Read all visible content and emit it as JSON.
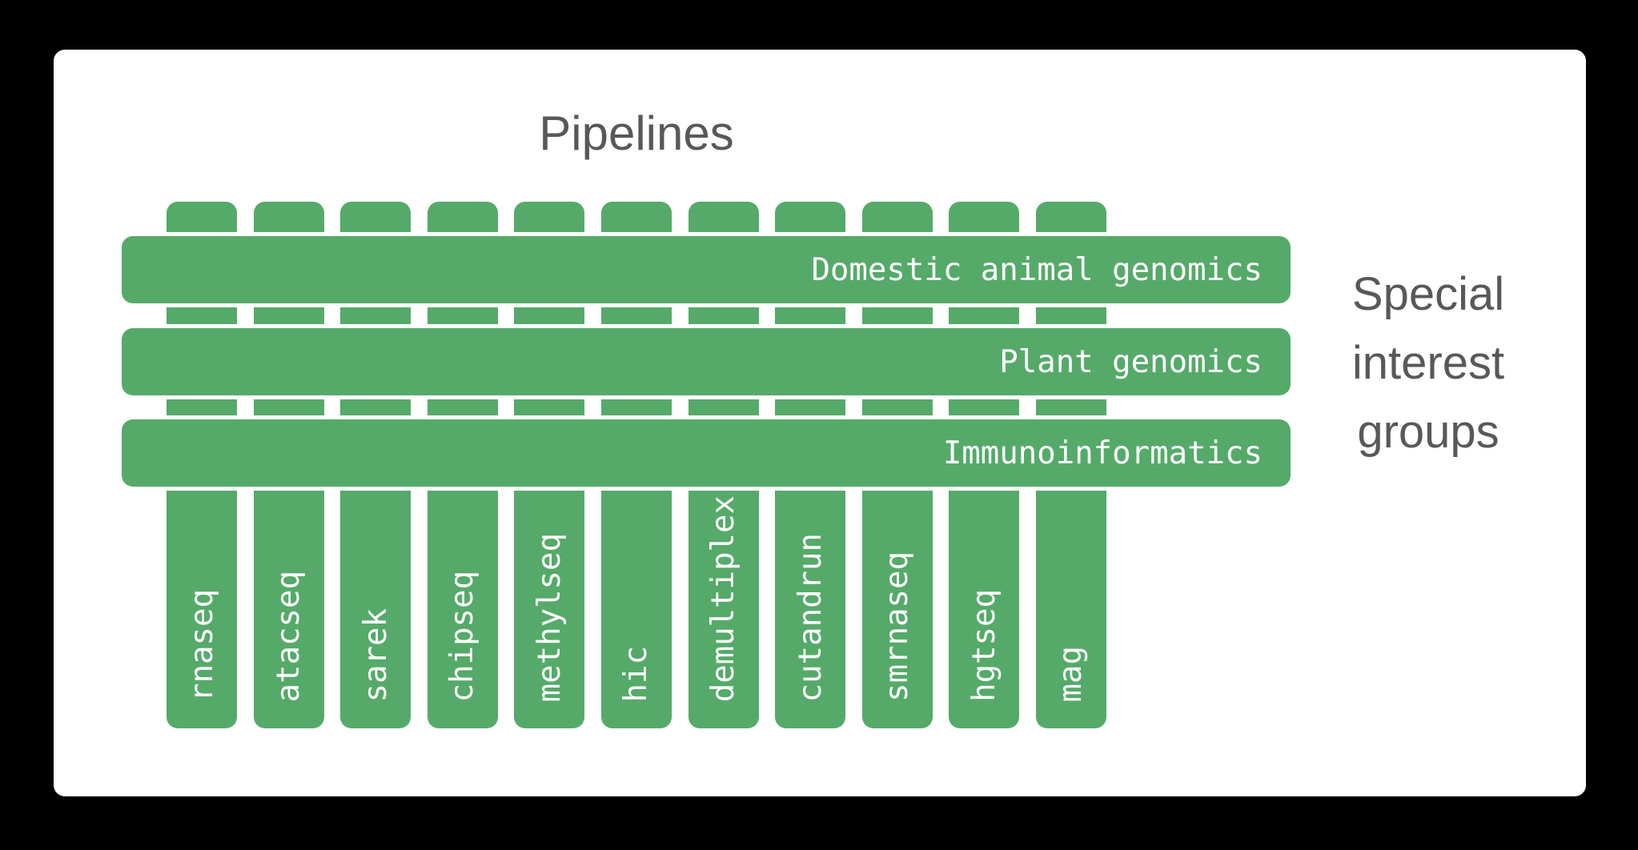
{
  "title": "Pipelines",
  "sig": {
    "lines": [
      "Special",
      "interest",
      "groups"
    ]
  },
  "pipelines": [
    "rnaseq",
    "atacseq",
    "sarek",
    "chipseq",
    "methylseq",
    "hic",
    "demultiplex",
    "cutandrun",
    "smrnaseq",
    "hgtseq",
    "mag"
  ],
  "groups": [
    "Domestic animal genomics",
    "Plant genomics",
    "Immunoinformatics"
  ],
  "colors": {
    "green": "#55aa69",
    "gray": "#585858",
    "white": "#ffffff",
    "black": "#000000"
  }
}
